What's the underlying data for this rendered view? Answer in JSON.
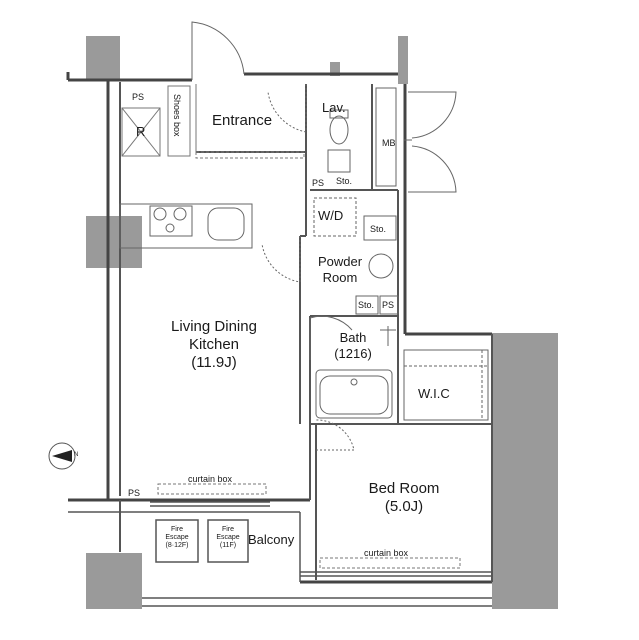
{
  "rooms": {
    "ldk": {
      "name1": "Living Dining",
      "name2": "Kitchen",
      "size": "(11.9J)"
    },
    "bedroom": {
      "name": "Bed Room",
      "size": "(5.0J)"
    },
    "entrance": "Entrance",
    "lav": "Lav.",
    "mb": "MB",
    "wd": "W/D",
    "powder": {
      "line1": "Powder",
      "line2": "Room"
    },
    "bath": {
      "name": "Bath",
      "size": "(1216)"
    },
    "wic": "W.I.C",
    "balcony": "Balcony"
  },
  "fixtures": {
    "ps_entrance": "PS",
    "refrigerator": "R",
    "shoes_box": "Shoes box",
    "ps_lav": "PS",
    "sto_lav": "Sto.",
    "sto_powder": "Sto.",
    "sto_bath": "Sto.",
    "ps_bath": "PS",
    "ps_ldk": "PS",
    "curtain_box_ldk": "curtain box",
    "curtain_box_bed": "curtain box"
  },
  "fire_escapes": [
    {
      "line1": "Fire",
      "line2": "Escape",
      "line3": "(8·12F)"
    },
    {
      "line1": "Fire",
      "line2": "Escape",
      "line3": "(11F)"
    }
  ],
  "compass": {
    "label": "N"
  }
}
